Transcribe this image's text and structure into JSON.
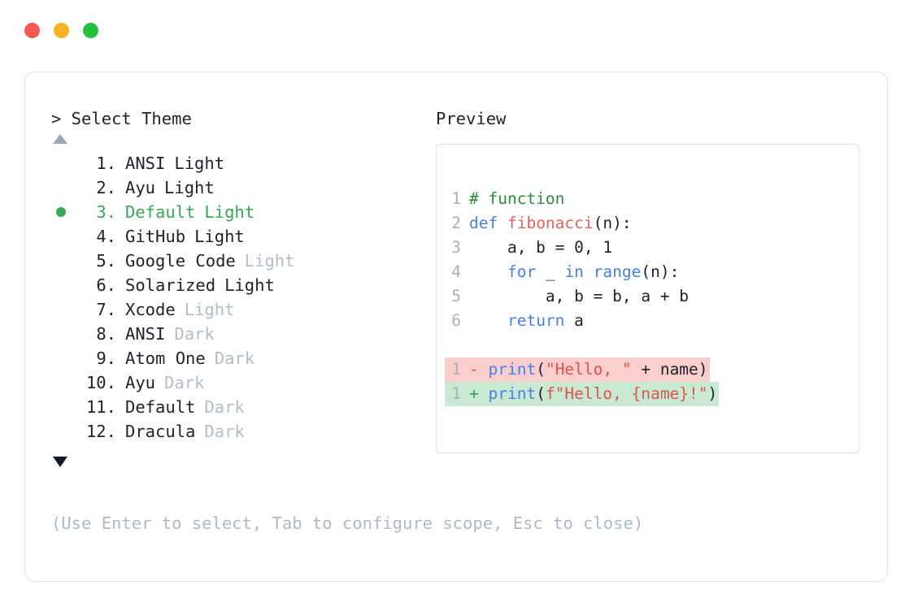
{
  "window": {
    "traffic_lights": [
      {
        "name": "close",
        "color": "#f45a52"
      },
      {
        "name": "minimize",
        "color": "#f5b324"
      },
      {
        "name": "maximize",
        "color": "#25c03e"
      }
    ]
  },
  "selector": {
    "prompt": "> Select Theme",
    "scroll_up_icon": "triangle-up-icon",
    "scroll_down_icon": "triangle-down-icon",
    "selected_index": 3,
    "selected_color": "#3aa757",
    "dim_color": "#b4bcca",
    "items": [
      {
        "index": "1.",
        "name": "ANSI",
        "suffix": "Light",
        "dim_suffix": false,
        "selected": false
      },
      {
        "index": "2.",
        "name": "Ayu",
        "suffix": "Light",
        "dim_suffix": false,
        "selected": false
      },
      {
        "index": "3.",
        "name": "Default",
        "suffix": "Light",
        "dim_suffix": false,
        "selected": true
      },
      {
        "index": "4.",
        "name": "GitHub",
        "suffix": "Light",
        "dim_suffix": false,
        "selected": false
      },
      {
        "index": "5.",
        "name": "Google Code",
        "suffix": "Light",
        "dim_suffix": true,
        "selected": false
      },
      {
        "index": "6.",
        "name": "Solarized",
        "suffix": "Light",
        "dim_suffix": false,
        "selected": false
      },
      {
        "index": "7.",
        "name": "Xcode",
        "suffix": "Light",
        "dim_suffix": true,
        "selected": false
      },
      {
        "index": "8.",
        "name": "ANSI",
        "suffix": "Dark",
        "dim_suffix": true,
        "selected": false
      },
      {
        "index": "9.",
        "name": "Atom One",
        "suffix": "Dark",
        "dim_suffix": true,
        "selected": false
      },
      {
        "index": "10.",
        "name": "Ayu",
        "suffix": "Dark",
        "dim_suffix": true,
        "selected": false
      },
      {
        "index": "11.",
        "name": "Default",
        "suffix": "Dark",
        "dim_suffix": true,
        "selected": false
      },
      {
        "index": "12.",
        "name": "Dracula",
        "suffix": "Dark",
        "dim_suffix": true,
        "selected": false
      }
    ],
    "hint": "(Use Enter to select, Tab to configure scope, Esc to close)"
  },
  "preview": {
    "label": "Preview",
    "code_lines": [
      {
        "no": "1",
        "tokens": [
          {
            "t": "# function",
            "c": "comment"
          }
        ]
      },
      {
        "no": "2",
        "tokens": [
          {
            "t": "def ",
            "c": "keyword"
          },
          {
            "t": "fibonacci",
            "c": "func"
          },
          {
            "t": "(n):",
            "c": "punct"
          }
        ]
      },
      {
        "no": "3",
        "tokens": [
          {
            "t": "    a, b = 0, 1",
            "c": "plain"
          }
        ]
      },
      {
        "no": "4",
        "tokens": [
          {
            "t": "    ",
            "c": "plain"
          },
          {
            "t": "for",
            "c": "keyword"
          },
          {
            "t": " _ ",
            "c": "plain"
          },
          {
            "t": "in range",
            "c": "keyword"
          },
          {
            "t": "(n):",
            "c": "punct"
          }
        ]
      },
      {
        "no": "5",
        "tokens": [
          {
            "t": "        a, b = b, a + b",
            "c": "plain"
          }
        ]
      },
      {
        "no": "6",
        "tokens": [
          {
            "t": "    ",
            "c": "plain"
          },
          {
            "t": "return",
            "c": "keyword"
          },
          {
            "t": " a",
            "c": "plain"
          }
        ]
      }
    ],
    "diff_lines": [
      {
        "no": "1",
        "marker": "-",
        "kind": "del",
        "bg": "#f9cecd",
        "tokens": [
          {
            "t": "print",
            "c": "keyword"
          },
          {
            "t": "(",
            "c": "punct"
          },
          {
            "t": "\"Hello, \"",
            "c": "string"
          },
          {
            "t": " + name)",
            "c": "plain"
          }
        ]
      },
      {
        "no": "1",
        "marker": "+",
        "kind": "add",
        "bg": "#c9e9d2",
        "tokens": [
          {
            "t": "print",
            "c": "keyword"
          },
          {
            "t": "(",
            "c": "punct"
          },
          {
            "t": "f\"Hello, {name}!\"",
            "c": "string"
          },
          {
            "t": ")",
            "c": "punct"
          }
        ]
      }
    ]
  }
}
